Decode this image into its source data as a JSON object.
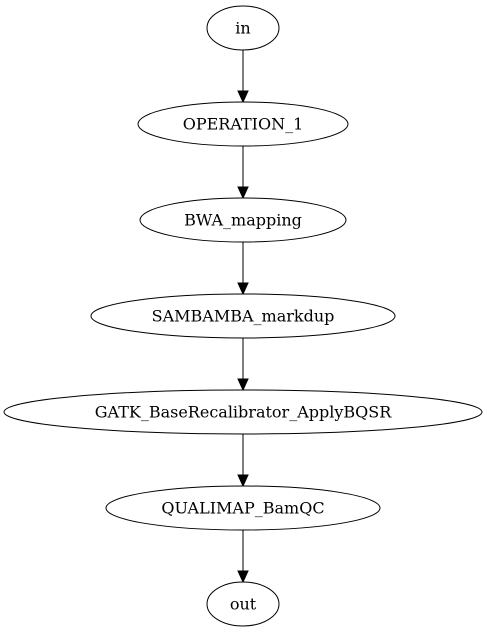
{
  "diagram": {
    "type": "flowchart",
    "nodes": [
      {
        "id": "in",
        "label": "in"
      },
      {
        "id": "op1",
        "label": "OPERATION_1"
      },
      {
        "id": "bwa",
        "label": "BWA_mapping"
      },
      {
        "id": "sambamba",
        "label": "SAMBAMBA_markdup"
      },
      {
        "id": "gatk",
        "label": "GATK_BaseRecalibrator_ApplyBQSR"
      },
      {
        "id": "qualimap",
        "label": "QUALIMAP_BamQC"
      },
      {
        "id": "out",
        "label": "out"
      }
    ],
    "edges": [
      {
        "from": "in",
        "to": "op1"
      },
      {
        "from": "op1",
        "to": "bwa"
      },
      {
        "from": "bwa",
        "to": "sambamba"
      },
      {
        "from": "sambamba",
        "to": "gatk"
      },
      {
        "from": "gatk",
        "to": "qualimap"
      },
      {
        "from": "qualimap",
        "to": "out"
      }
    ]
  }
}
